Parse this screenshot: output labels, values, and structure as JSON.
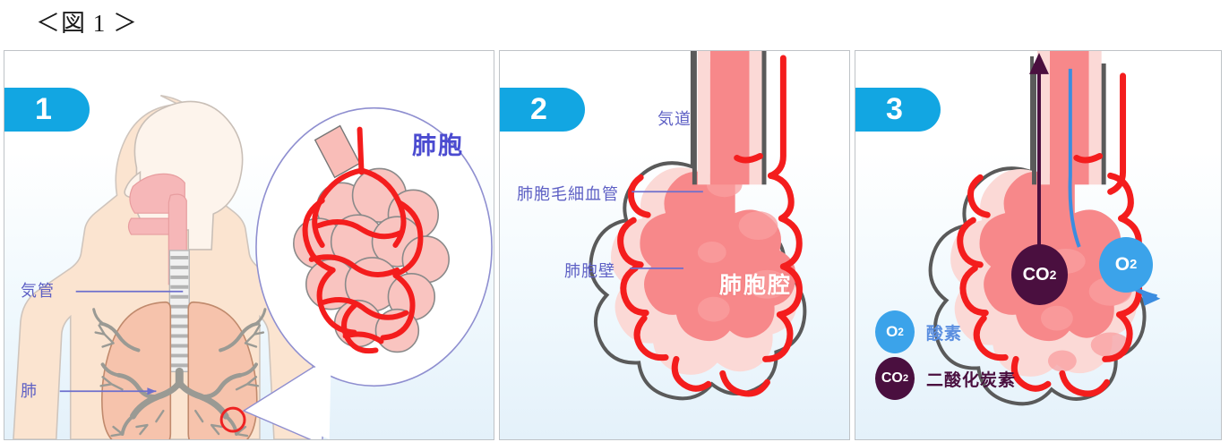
{
  "figure": {
    "caption": "＜図 1 ＞"
  },
  "colors": {
    "badge_blue": "#12a6e2",
    "label_purple": "#5d5fc4",
    "alveoli_label_blue": "#4b4bd0",
    "oxygen_blue": "#3ba3ea",
    "carbon_dioxide_purple": "#4a0f3f",
    "capillary_red": "#f41d1d",
    "lung_salmon": "#f6c3ac",
    "body_peach": "#fbe4d0",
    "alveolus_pink": "#f7888a",
    "alveolus_wall_pink": "#fbd9d6",
    "panel_border": "#bfc3c7",
    "panel_bg_bottom": "#e4f1fa"
  },
  "panels": [
    {
      "number": "1",
      "name": "respiratory-overview",
      "labels": [
        {
          "text": "気管",
          "meaning": "trachea"
        },
        {
          "text": "肺",
          "meaning": "lung"
        }
      ],
      "callout": {
        "label": "肺胞",
        "meaning": "alveoli"
      }
    },
    {
      "number": "2",
      "name": "alveolus-anatomy",
      "labels": [
        {
          "text": "気道",
          "meaning": "airway"
        },
        {
          "text": "肺胞毛細血管",
          "meaning": "alveolar capillary"
        },
        {
          "text": "肺胞壁",
          "meaning": "alveolar wall"
        }
      ],
      "cavity_label": "肺胞腔"
    },
    {
      "number": "3",
      "name": "gas-exchange",
      "molecules": [
        {
          "formula_main": "O",
          "formula_sub": "2",
          "label": "酸素",
          "meaning": "oxygen"
        },
        {
          "formula_main": "CO",
          "formula_sub": "2",
          "label": "二酸化炭素",
          "meaning": "carbon dioxide"
        }
      ],
      "in_diagram": [
        {
          "formula_main": "CO",
          "formula_sub": "2"
        },
        {
          "formula_main": "O",
          "formula_sub": "2"
        }
      ]
    }
  ]
}
